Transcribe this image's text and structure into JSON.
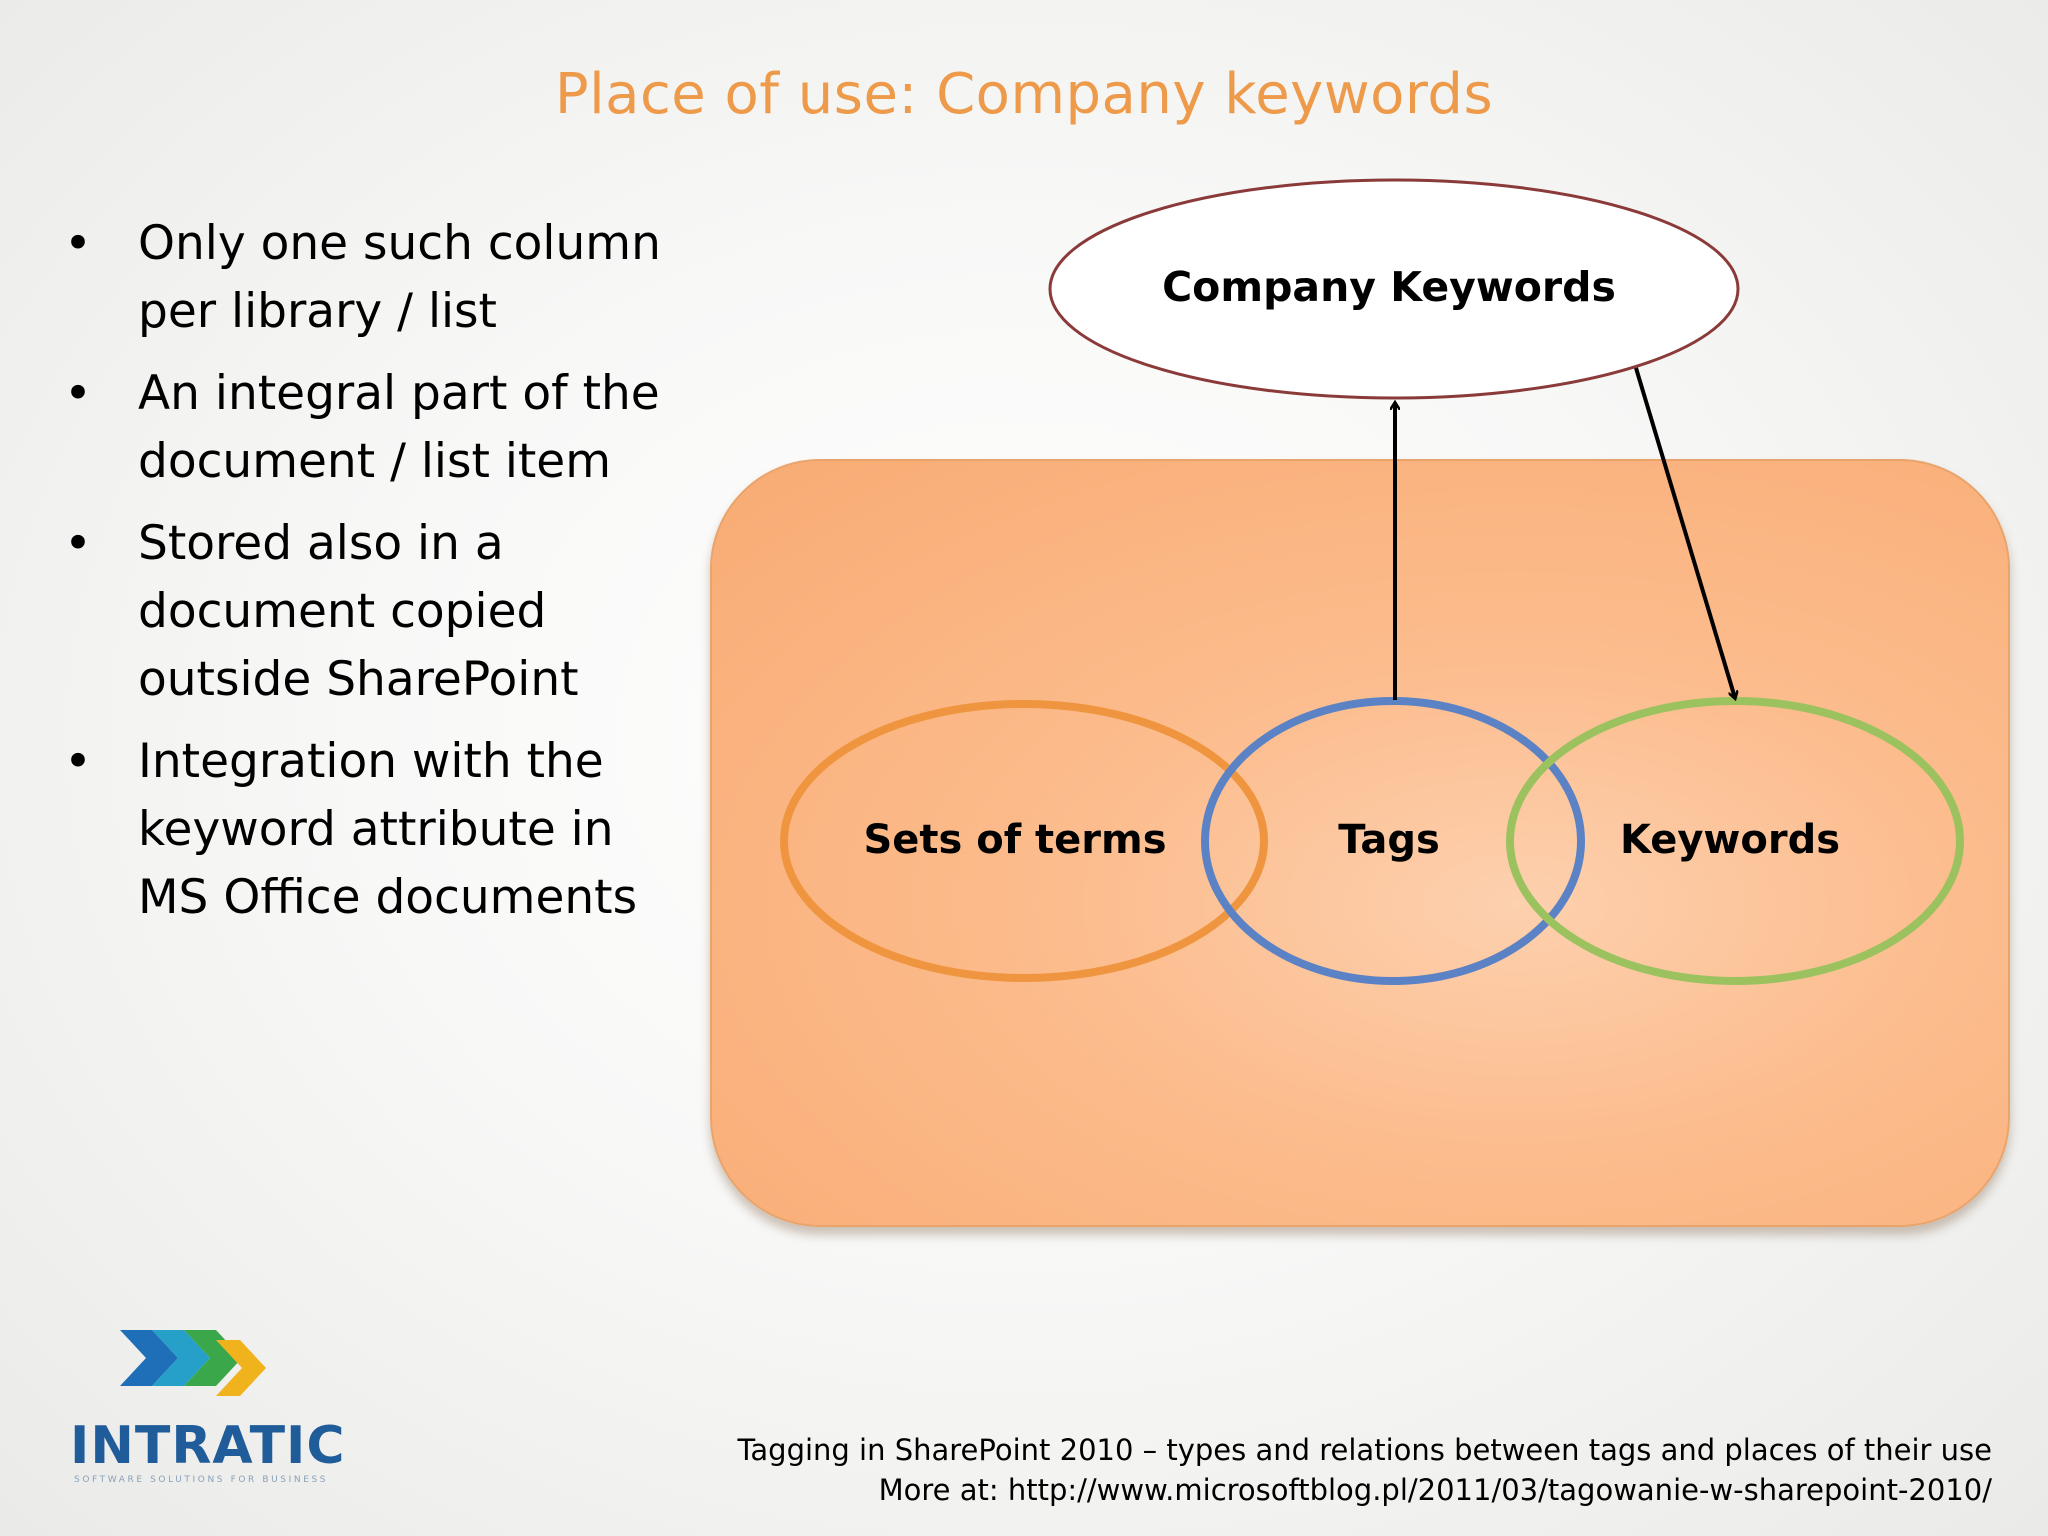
{
  "title": "Place of use: Company keywords",
  "bullets": [
    "Only one such column per library / list",
    "An integral part of the document / list item",
    "Stored also in a document copied outside SharePoint",
    "Integration with the keyword attribute in MS Office documents"
  ],
  "bullet_symbol": "•",
  "diagram": {
    "top_node": "Company Keywords",
    "circles": [
      {
        "label": "Sets of terms",
        "color": "#f0953f"
      },
      {
        "label": "Tags",
        "color": "#5b82c4"
      },
      {
        "label": "Keywords",
        "color": "#9bc25e"
      }
    ],
    "top_node_border_color": "#8b3a3a",
    "box_color": "#fbb887"
  },
  "logo": {
    "text": "INTRATIC",
    "tagline": "SOFTWARE SOLUTIONS FOR BUSINESS"
  },
  "footer": {
    "line1": "Tagging in SharePoint 2010 – types and relations between tags and places of their use",
    "line2": "More at: http://www.microsoftblog.pl/2011/03/tagowanie-w-sharepoint-2010/"
  }
}
